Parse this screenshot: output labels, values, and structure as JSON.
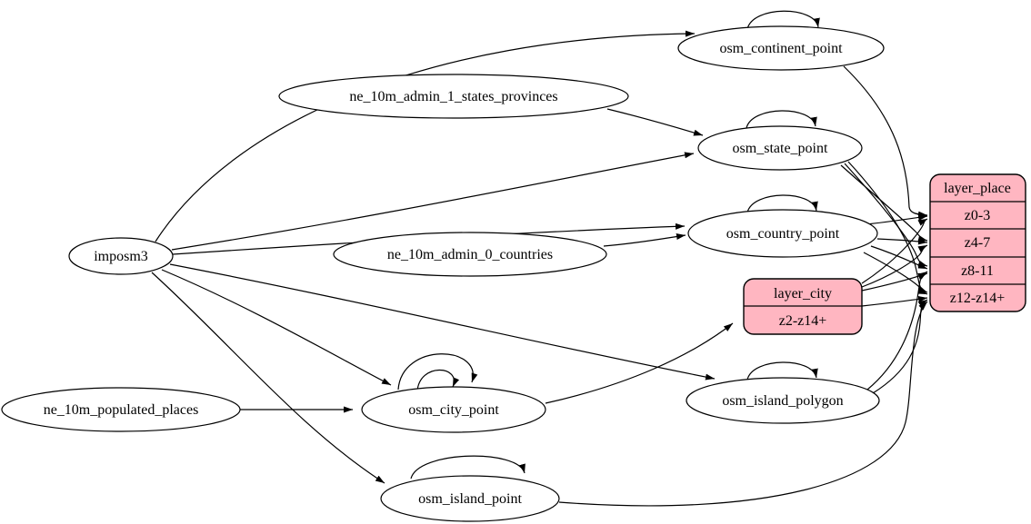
{
  "diagram": {
    "kind": "etl-graph",
    "colors": {
      "background": "#ffffff",
      "node_fill": "#ffffff",
      "record_fill": "#ffb6c1",
      "stroke": "#000000",
      "edge": "#000000"
    },
    "nodes": {
      "imposm3": {
        "label": "imposm3",
        "shape": "ellipse"
      },
      "ne_10m_admin_1_states_provinces": {
        "label": "ne_10m_admin_1_states_provinces",
        "shape": "ellipse"
      },
      "ne_10m_admin_0_countries": {
        "label": "ne_10m_admin_0_countries",
        "shape": "ellipse"
      },
      "ne_10m_populated_places": {
        "label": "ne_10m_populated_places",
        "shape": "ellipse"
      },
      "osm_continent_point": {
        "label": "osm_continent_point",
        "shape": "ellipse",
        "self_loops": 1
      },
      "osm_state_point": {
        "label": "osm_state_point",
        "shape": "ellipse",
        "self_loops": 1
      },
      "osm_country_point": {
        "label": "osm_country_point",
        "shape": "ellipse",
        "self_loops": 1
      },
      "osm_city_point": {
        "label": "osm_city_point",
        "shape": "ellipse",
        "self_loops": 2
      },
      "osm_island_polygon": {
        "label": "osm_island_polygon",
        "shape": "ellipse",
        "self_loops": 1
      },
      "osm_island_point": {
        "label": "osm_island_point",
        "shape": "ellipse",
        "self_loops": 1
      },
      "layer_city": {
        "title": "layer_city",
        "rows": [
          "z2-z14+"
        ],
        "shape": "record"
      },
      "layer_place": {
        "title": "layer_place",
        "rows": [
          "z0-3",
          "z4-7",
          "z8-11",
          "z12-z14+"
        ],
        "shape": "record"
      }
    },
    "edges": [
      {
        "from": "imposm3",
        "to": "osm_continent_point"
      },
      {
        "from": "imposm3",
        "to": "osm_state_point"
      },
      {
        "from": "imposm3",
        "to": "osm_country_point"
      },
      {
        "from": "imposm3",
        "to": "osm_city_point"
      },
      {
        "from": "imposm3",
        "to": "osm_island_polygon"
      },
      {
        "from": "imposm3",
        "to": "osm_island_point"
      },
      {
        "from": "ne_10m_admin_1_states_provinces",
        "to": "osm_state_point"
      },
      {
        "from": "ne_10m_admin_0_countries",
        "to": "osm_country_point"
      },
      {
        "from": "ne_10m_populated_places",
        "to": "osm_city_point"
      },
      {
        "from": "osm_continent_point",
        "to": "osm_continent_point"
      },
      {
        "from": "osm_state_point",
        "to": "osm_state_point"
      },
      {
        "from": "osm_country_point",
        "to": "osm_country_point"
      },
      {
        "from": "osm_city_point",
        "to": "osm_city_point"
      },
      {
        "from": "osm_city_point",
        "to": "osm_city_point"
      },
      {
        "from": "osm_island_polygon",
        "to": "osm_island_polygon"
      },
      {
        "from": "osm_island_point",
        "to": "osm_island_point"
      },
      {
        "from": "osm_city_point",
        "to": "layer_city:z2-z14+"
      },
      {
        "from": "osm_continent_point",
        "to": "layer_place:z0-3"
      },
      {
        "from": "osm_country_point",
        "to": "layer_place:z0-3"
      },
      {
        "from": "layer_city",
        "to": "layer_place:z0-3"
      },
      {
        "from": "osm_state_point",
        "to": "layer_place:z4-7"
      },
      {
        "from": "osm_country_point",
        "to": "layer_place:z4-7"
      },
      {
        "from": "layer_city",
        "to": "layer_place:z4-7"
      },
      {
        "from": "osm_state_point",
        "to": "layer_place:z8-11"
      },
      {
        "from": "osm_country_point",
        "to": "layer_place:z8-11"
      },
      {
        "from": "osm_island_polygon",
        "to": "layer_place:z8-11"
      },
      {
        "from": "layer_city",
        "to": "layer_place:z8-11"
      },
      {
        "from": "osm_state_point",
        "to": "layer_place:z12-z14+"
      },
      {
        "from": "osm_country_point",
        "to": "layer_place:z12-z14+"
      },
      {
        "from": "osm_island_polygon",
        "to": "layer_place:z12-z14+"
      },
      {
        "from": "osm_island_point",
        "to": "layer_place:z12-z14+"
      },
      {
        "from": "layer_city",
        "to": "layer_place:z12-z14+"
      }
    ]
  }
}
